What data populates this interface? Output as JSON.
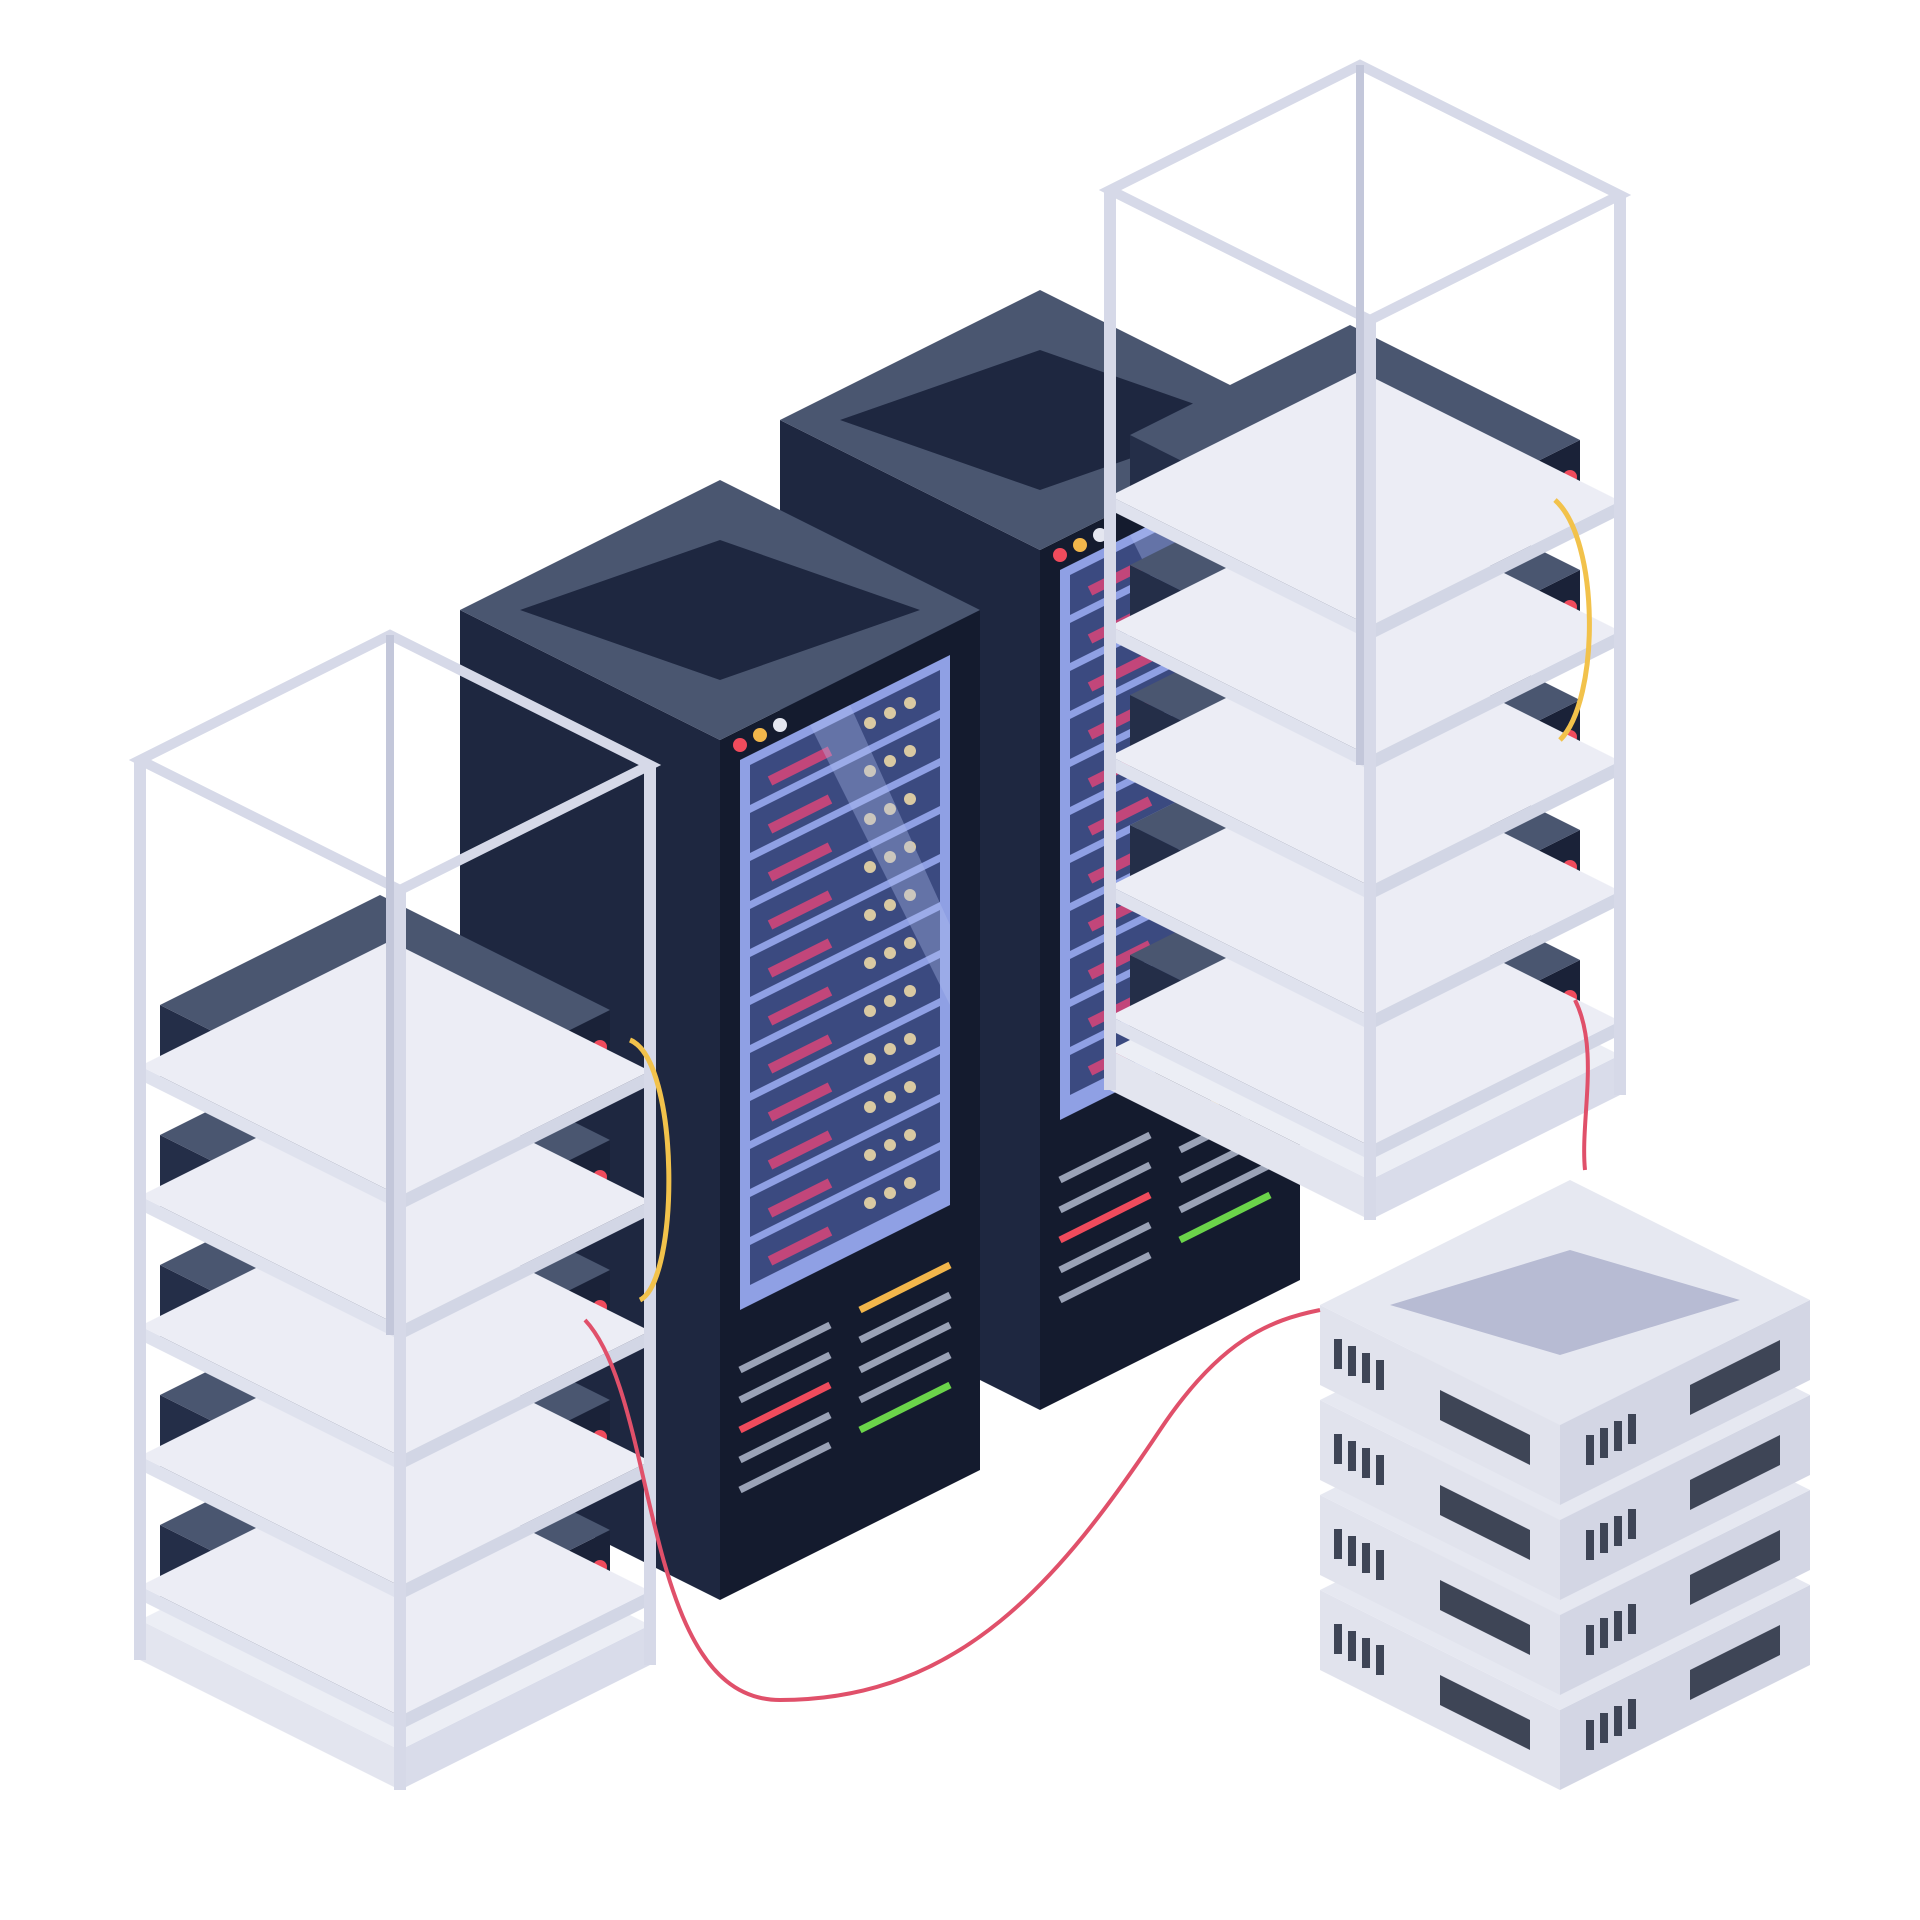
{
  "scene": {
    "background": "#ffffff"
  },
  "palette": {
    "rack_top": "#4a5670",
    "rack_top_inner": "#1e2740",
    "rack_left": "#1e2740",
    "rack_right": "#141b2e",
    "unit_top": "#4a5670",
    "unit_left": "#242e48",
    "unit_right": "#1a2238",
    "frame": "#d6d9e8",
    "frame_dark": "#c3c7da",
    "glass": "#8fa0e4",
    "glass_light": "#b2bff0",
    "blade": "#3b4a80",
    "blade_accent": "#c2467a",
    "knob": "#d9c9a2",
    "white_top": "#e6e8f1",
    "white_top_inner": "#b7bbd3",
    "white_left": "#e1e3ed",
    "white_right": "#d3d6e4",
    "white_slot": "#3e4556",
    "led_green": "#6bd44a",
    "led_blue": "#5aa9f0",
    "led_yellow": "#f2b64b",
    "led_red": "#ef4b5c",
    "cable_red": "#e0506a",
    "cable_yellow": "#f2c24b",
    "vent_gray": "#9aa2b6"
  },
  "icons": [
    "open-server-rack-left",
    "server-cabinet-center-left",
    "server-cabinet-center-right",
    "open-server-rack-right",
    "white-server-stack",
    "network-cable-red",
    "network-cable-yellow"
  ]
}
